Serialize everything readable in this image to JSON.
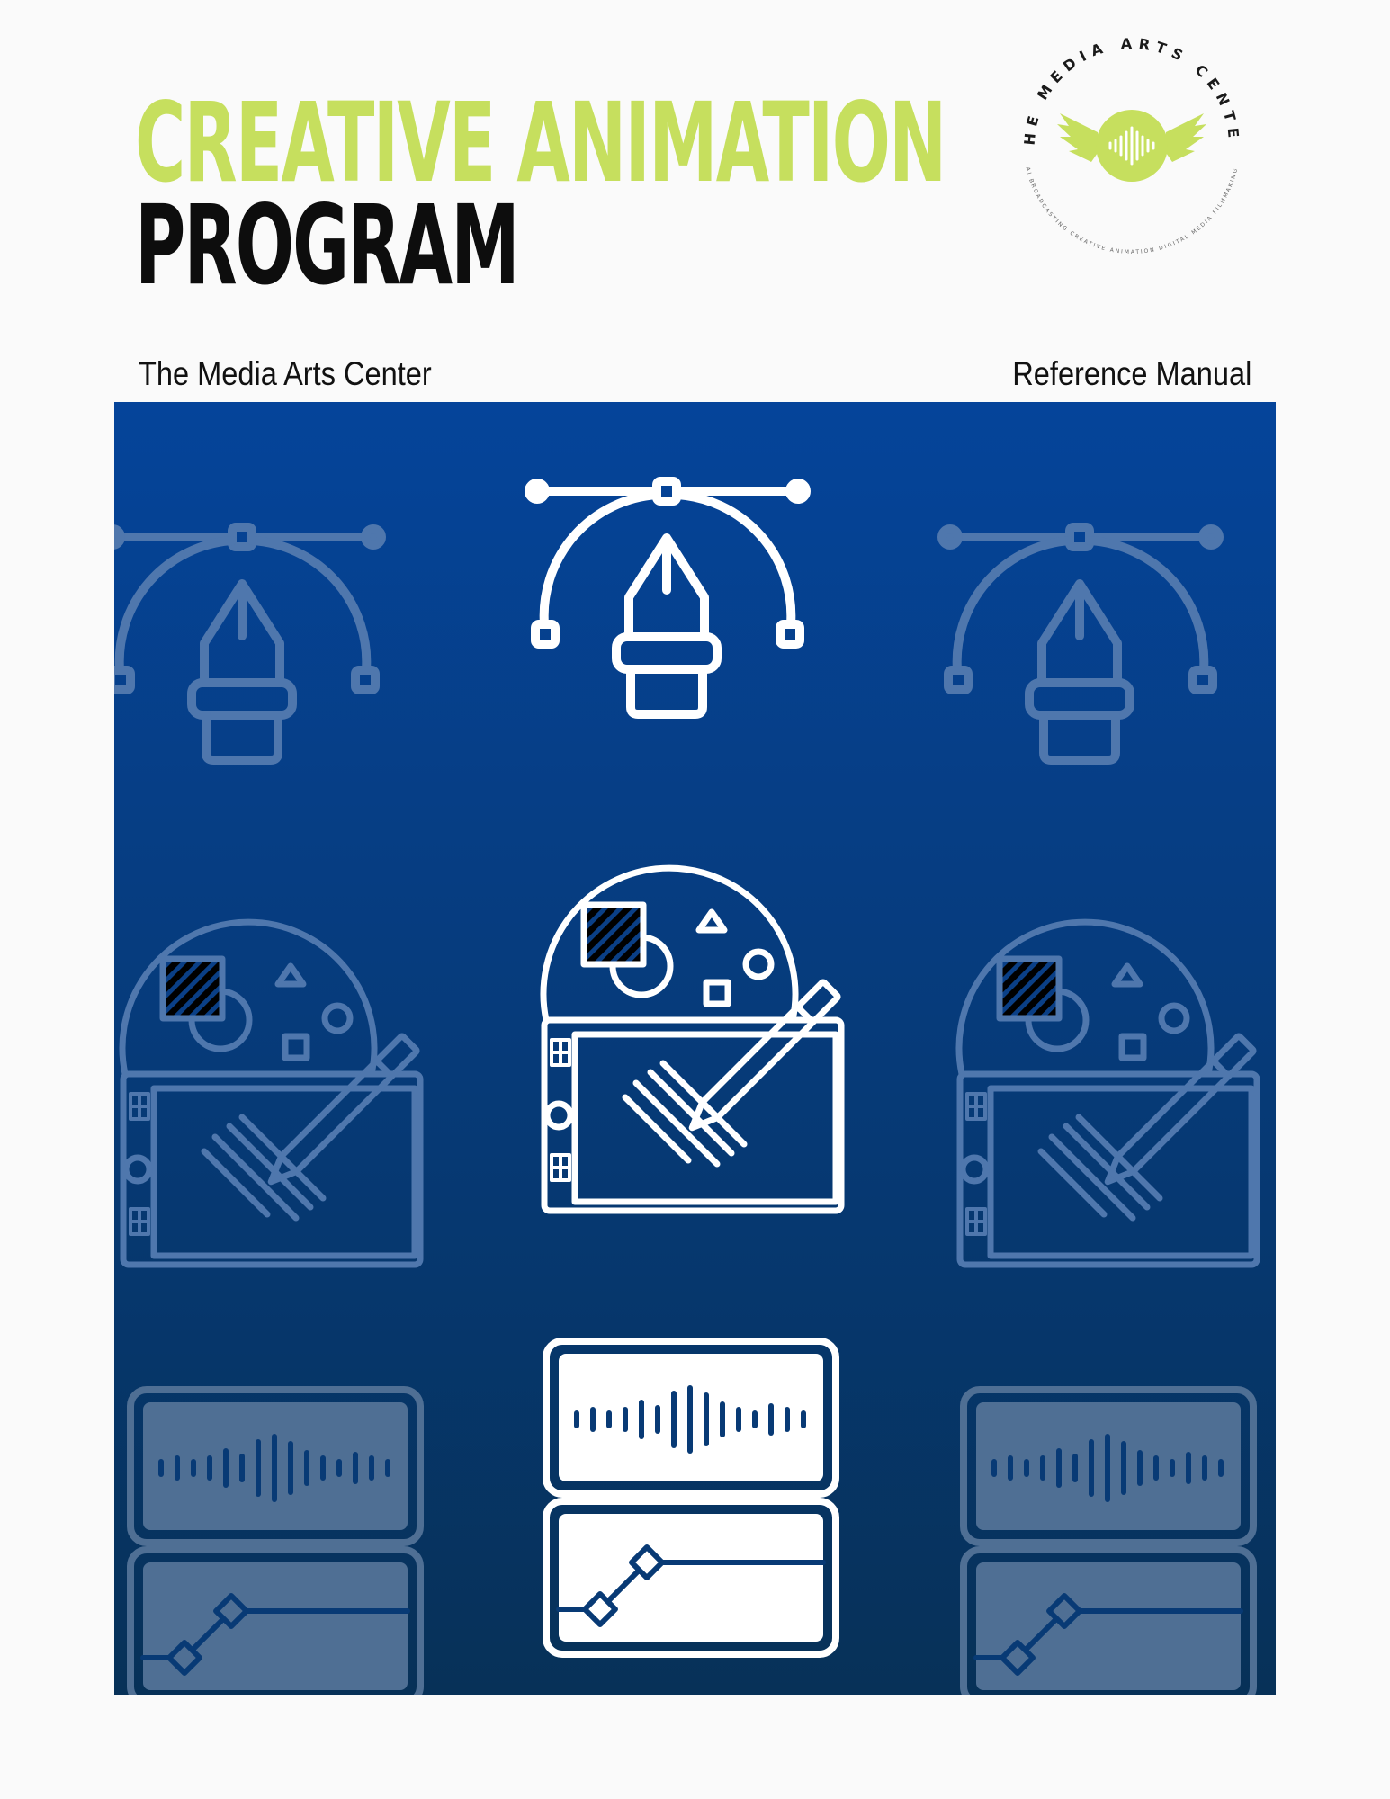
{
  "title": {
    "line1": "CREATIVE ANIMATION",
    "line2": "PROGRAM",
    "line1_color": "#c6df5e",
    "line2_color": "#0d0d0d"
  },
  "subtitle": {
    "left": "The Media Arts Center",
    "right": "Reference Manual"
  },
  "logo": {
    "top_text": "THE MEDIA ARTS CENTER",
    "bottom_text": "AI BROADCASTING CREATIVE ANIMATION DIGITAL MEDIA FILMMAKING",
    "accent_color": "#c6df5e",
    "icon": "winged-soundwave-icon"
  },
  "panel": {
    "gradient_top": "#05449a",
    "gradient_bottom": "#073158",
    "icons": [
      "pen-tool-bezier-icon",
      "drawing-tablet-palette-icon",
      "audio-timeline-keyframe-icon"
    ]
  }
}
